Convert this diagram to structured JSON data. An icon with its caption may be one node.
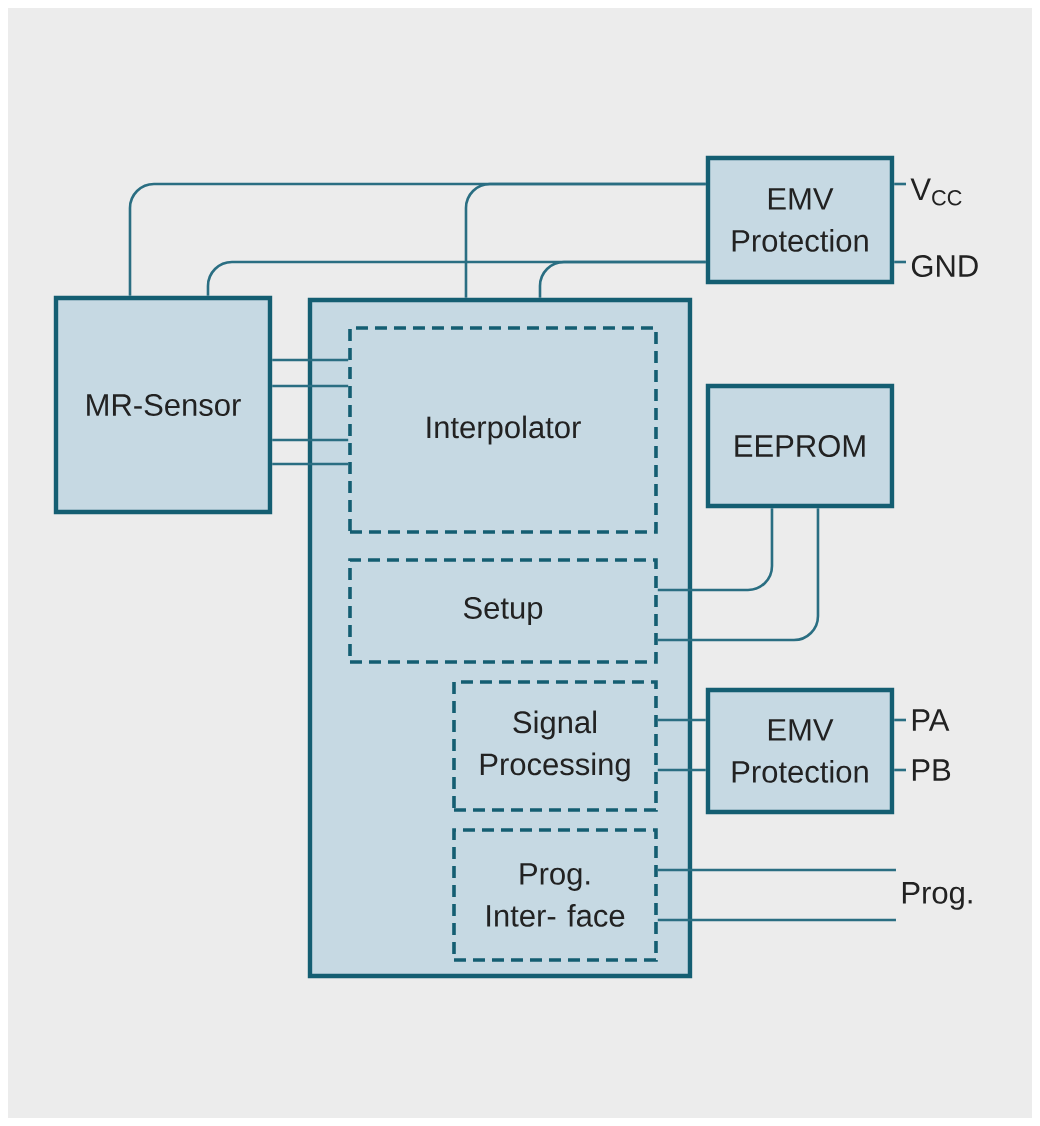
{
  "diagram": {
    "nodes": [
      {
        "text": [
          "EMV Protection"
        ]
      },
      {
        "text": [
          "MR-Sensor"
        ]
      },
      {
        "text": [],
        "shape": "box"
      },
      {
        "text": [
          "Interpolator"
        ],
        "in": 2
      },
      {
        "text": [
          "EEPROM"
        ]
      },
      {
        "text": [
          "Setup"
        ],
        "in": 2
      },
      {
        "text": [
          "Signal Processing"
        ],
        "in": 2
      },
      {
        "text": [
          "EMV Protection"
        ]
      },
      {
        "text": [
          "Prog. Inter- face"
        ],
        "in": 2
      },
      {
        "text": [
          "V$_{CC}$"
        ]
      },
      {
        "text": [
          "GND"
        ]
      },
      {
        "text": [
          "PA"
        ]
      },
      {
        "text": [
          "PB"
        ]
      },
      {
        "text": [
          "Prog."
        ]
      }
    ],
    "edges": [
      {
        "from": 0,
        "to": 1,
        "arrow": "none"
      },
      {
        "from": 0,
        "to": 2,
        "arrow": "none"
      },
      {
        "from": 0,
        "to": 1,
        "arrow": "none"
      },
      {
        "from": 0,
        "to": 2,
        "arrow": "none"
      },
      {
        "from": 0,
        "to": 9,
        "arrow": "none"
      },
      {
        "from": 0,
        "to": 10,
        "arrow": "none"
      },
      {
        "from": 1,
        "to": 3,
        "arrow": "none"
      },
      {
        "from": 1,
        "to": 3,
        "arrow": "none"
      },
      {
        "from": 1,
        "to": 3,
        "arrow": "none"
      },
      {
        "from": 1,
        "to": 3,
        "arrow": "none"
      },
      {
        "from": 4,
        "to": 5,
        "arrow": "none"
      },
      {
        "from": 4,
        "to": 5,
        "arrow": "none"
      },
      {
        "from": 6,
        "to": 7,
        "arrow": "none"
      },
      {
        "from": 6,
        "to": 7,
        "arrow": "none"
      },
      {
        "from": 7,
        "to": 11,
        "arrow": "none"
      },
      {
        "from": 7,
        "to": 12,
        "arrow": "none"
      },
      {
        "from": 8,
        "to": 13,
        "arrow": "none"
      },
      {
        "from": 8,
        "to": 13,
        "arrow": "none"
      }
    ]
  }
}
